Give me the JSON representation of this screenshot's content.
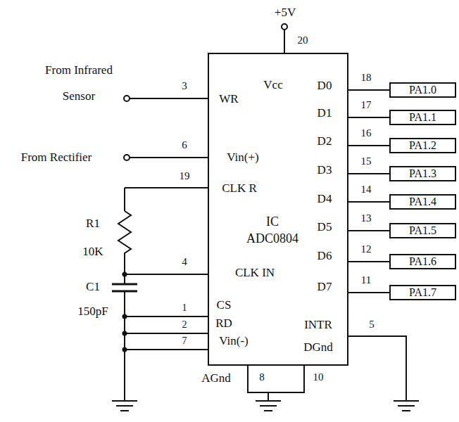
{
  "diagram": {
    "nodes": [
      {
        "text": [
          "IC ADC0804"
        ]
      },
      {
        "text": [
          "PA1.0"
        ]
      },
      {
        "text": [
          "PA1.1"
        ]
      },
      {
        "text": [
          "PA1.2"
        ]
      },
      {
        "text": [
          "PA1.3"
        ]
      },
      {
        "text": [
          "PA1.4"
        ]
      },
      {
        "text": [
          "PA1.5"
        ]
      },
      {
        "text": [
          "PA1.6"
        ]
      },
      {
        "text": [
          "PA1.7"
        ]
      }
    ],
    "edges": [
      {
        "from": 0,
        "to": 1,
        "arrow": "none"
      },
      {
        "from": 0,
        "to": 2,
        "arrow": "none"
      },
      {
        "from": 0,
        "to": 3,
        "arrow": "none"
      },
      {
        "from": 0,
        "to": 4,
        "arrow": "none"
      },
      {
        "from": 0,
        "to": 5,
        "arrow": "none"
      },
      {
        "from": 0,
        "to": 6,
        "arrow": "none"
      },
      {
        "from": 0,
        "to": 7,
        "arrow": "none"
      },
      {
        "from": 0,
        "to": 8,
        "arrow": "none"
      }
    ],
    "labels": [
      "+5V",
      "20",
      "Vcc",
      "From Infrared Sensor",
      "3",
      "WR",
      "From Rectifier",
      "6",
      "Vin(+)",
      "19",
      "CLK R",
      "R1",
      "10K",
      "4",
      "CLK IN",
      "C1",
      "150pF",
      "1",
      "CS",
      "2",
      "RD",
      "7",
      "Vin(-)",
      "INTR",
      "5",
      "DGnd",
      "AGnd",
      "8",
      "10",
      "D0",
      "D1",
      "D2",
      "D3",
      "D4",
      "D5",
      "D6",
      "D7",
      "18",
      "17",
      "16",
      "15",
      "14",
      "13",
      "12",
      "11"
    ]
  }
}
